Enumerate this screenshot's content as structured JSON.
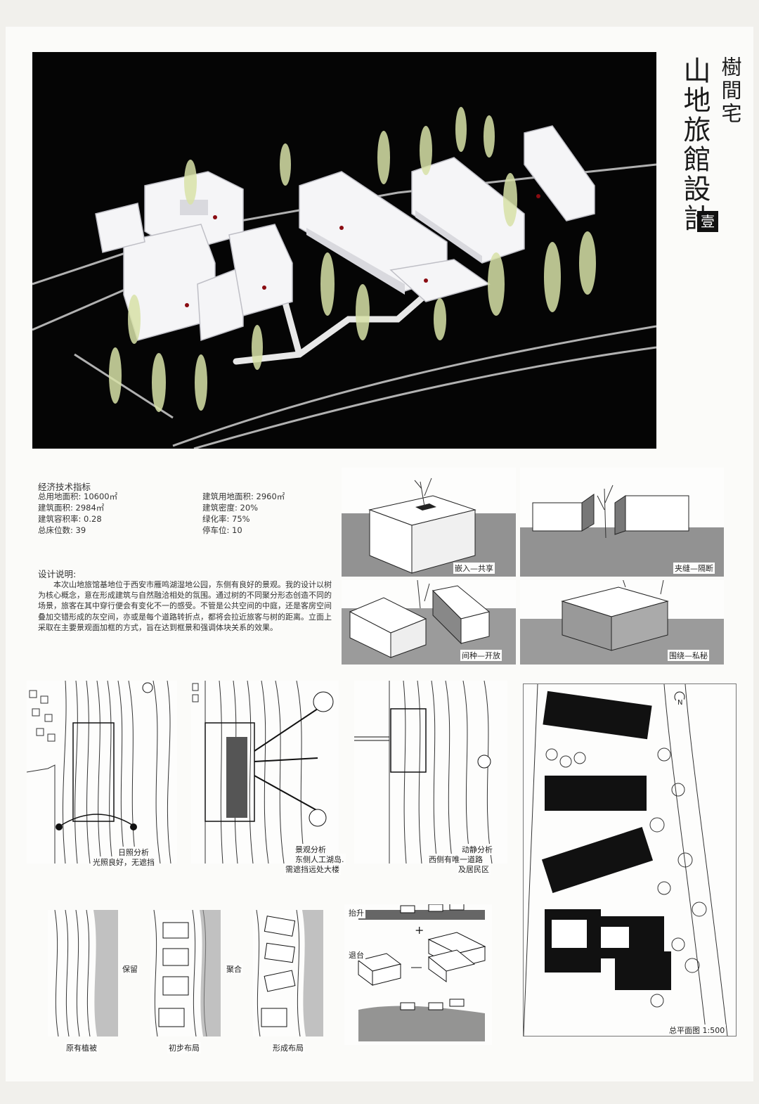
{
  "title": {
    "line1": "樹間宅",
    "line2": "山地旅館設計",
    "badge": "壹"
  },
  "economic_indicators": {
    "heading": "经济技术指标",
    "left": [
      "总用地面积: 10600㎡",
      "建筑面积: 2984㎡",
      "建筑容积率: 0.28",
      "总床位数: 39"
    ],
    "right": [
      "建筑用地面积: 2960㎡",
      "建筑密度: 20%",
      "绿化率: 75%",
      "停车位: 10"
    ]
  },
  "design_notes": {
    "heading": "设计说明:",
    "body": "本次山地旅馆基地位于西安市雁鸣湖湿地公园，东侧有良好的景观。我的设计以树为核心概念，意在形成建筑与自然融洽相处的氛围。通过树的不同聚分形态创造不同的场景，旅客在其中穿行便会有变化不一的感受。不管是公共空间的中庭，还是客房空间叠加交错形成的灰空间，亦或是每个道路转折点，都将会拉近旅客与树的距离。立面上采取在主要景观面加框的方式，旨在达到框景和强调体块关系的效果。"
  },
  "concept_sketches": [
    "嵌入—共享",
    "夹缝—隔断",
    "间种—开放",
    "围绕—私秘"
  ],
  "analysis": {
    "sunlight": {
      "line1": "日照分析",
      "line2": "光照良好，无遮挡"
    },
    "view": {
      "line1": "景观分析",
      "line2": "东侧人工湖岛.",
      "line3": "需遮挡远处大楼"
    },
    "dynamic": {
      "line1": "动静分析",
      "line2": "西侧有唯一道路",
      "line3": "及居民区"
    }
  },
  "process": {
    "step1": "原有植被",
    "arrow1": "保留",
    "step2": "初步布局",
    "arrow2": "聚合",
    "step3": "形成布局"
  },
  "section_labels": {
    "top": "抬升",
    "mid": "退台"
  },
  "site_plan_label": "总平面图 1:500",
  "north_label": "N"
}
